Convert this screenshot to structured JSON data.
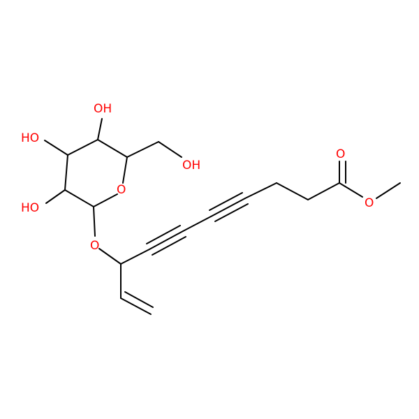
{
  "colors": {
    "background": "#ffffff",
    "bond": "#000000",
    "heteroatom_oxygen": "#ff0000"
  },
  "atoms": {
    "oh_c4": "OH",
    "oh_c3": "HO",
    "oh_c2": "HO",
    "oh_c6": "OH",
    "ring_o": "O",
    "glycosidic_o": "O",
    "carbonyl_o": "O",
    "ester_o": "O"
  }
}
